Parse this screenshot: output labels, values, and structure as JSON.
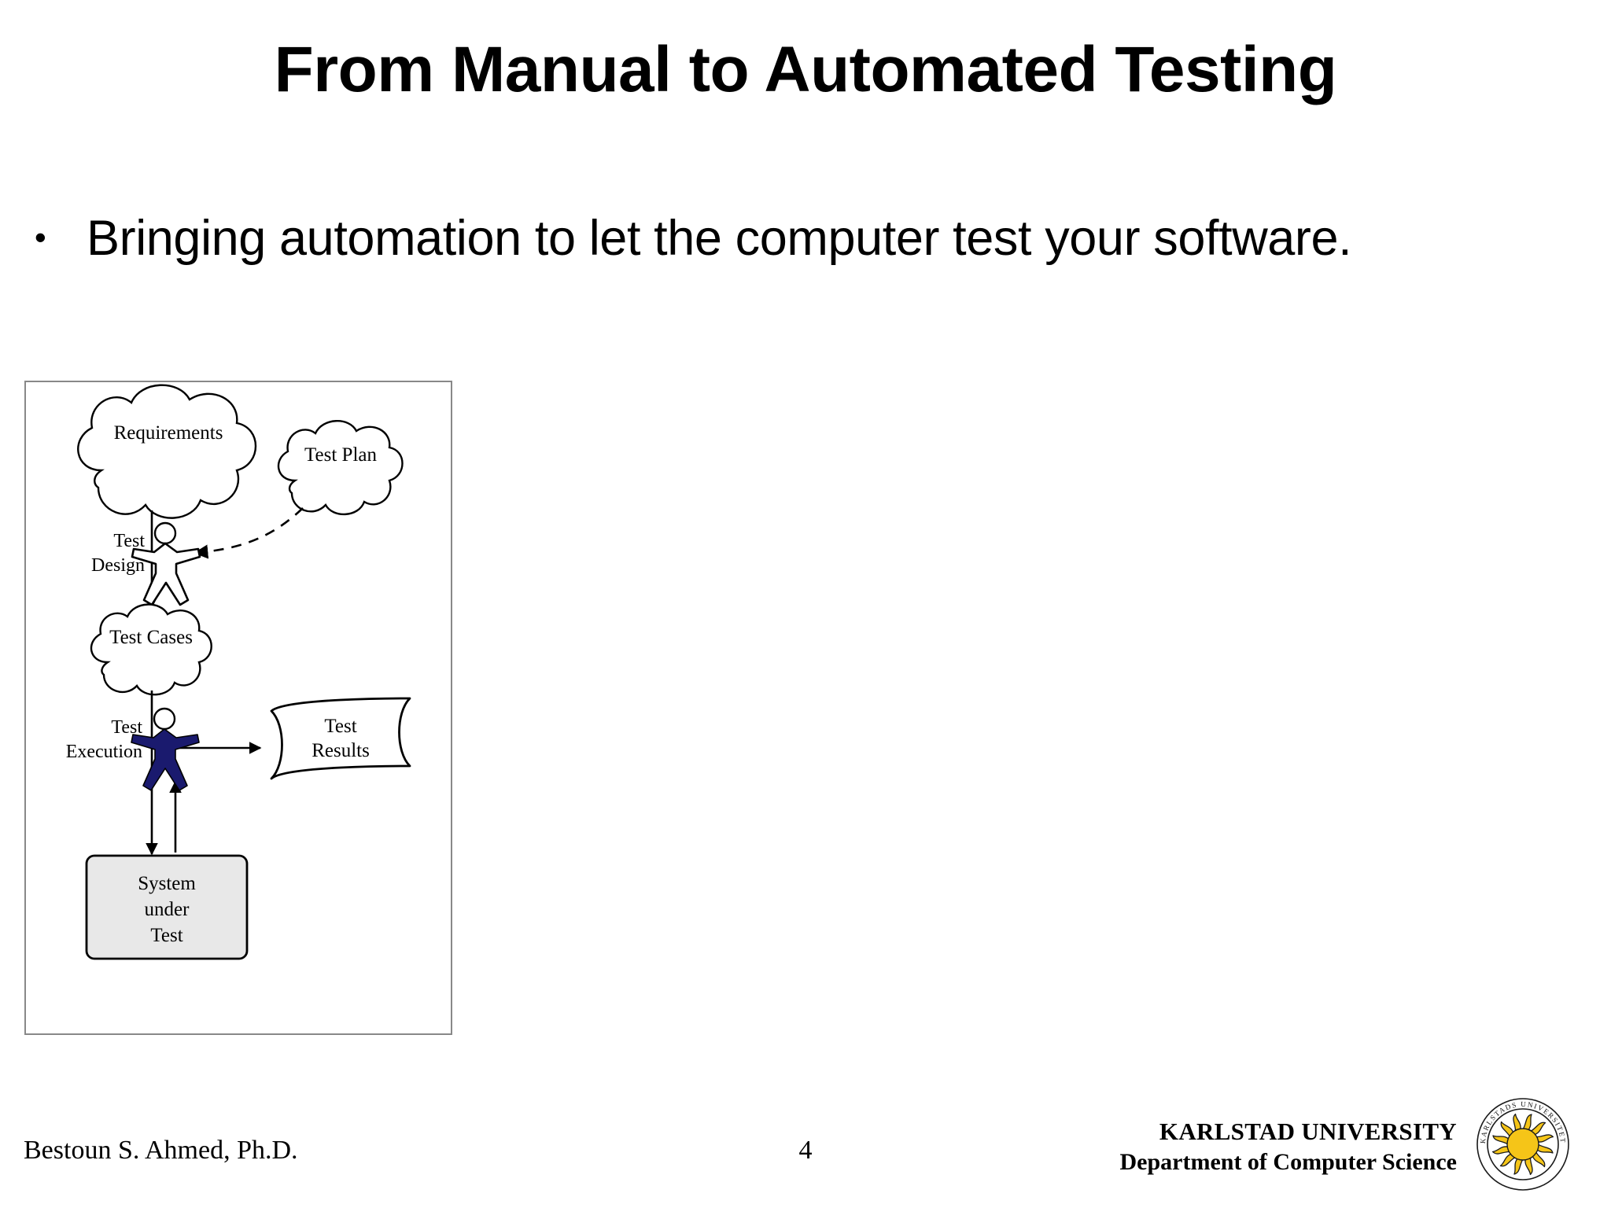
{
  "slide": {
    "title": "From Manual to Automated Testing",
    "bullet_marker": "•",
    "bullet_text": "Bringing automation to let the computer test your software."
  },
  "diagram": {
    "name": "manual-testing-process-diagram",
    "nodes": {
      "requirements": "Requirements",
      "test_plan": "Test Plan",
      "test_cases": "Test Cases",
      "test_results_line1": "Test",
      "test_results_line2": "Results",
      "system_under_test_line1": "System",
      "system_under_test_line2": "under",
      "system_under_test_line3": "Test"
    },
    "activities": {
      "test_design_line1": "Test",
      "test_design_line2": "Design",
      "test_execution_line1": "Test",
      "test_execution_line2": "Execution"
    },
    "colors": {
      "frame_border": "#888888",
      "stroke": "#000000",
      "person_manual": "#ffffff",
      "person_executor": "#1a1a6e",
      "sut_fill": "#e8e8e8"
    }
  },
  "footer": {
    "author": "Bestoun S. Ahmed, Ph.D.",
    "page_number": "4",
    "organization_line1": "KARLSTAD UNIVERSITY",
    "organization_line2": "Department of Computer Science",
    "logo_text": "KARLSTADS UNIVERSITET",
    "logo_sun_color": "#f5c518"
  }
}
